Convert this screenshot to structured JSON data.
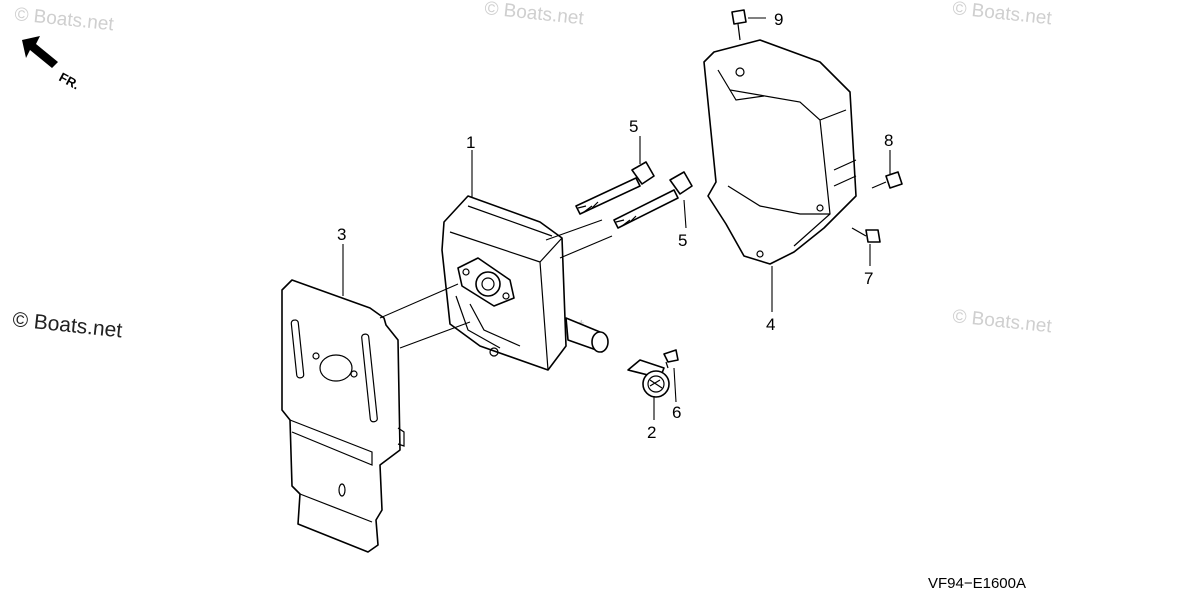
{
  "watermarks": {
    "copyright": "©",
    "site": "Boats.net"
  },
  "direction": {
    "label": "FR."
  },
  "callouts": {
    "c1": "1",
    "c2": "2",
    "c3": "3",
    "c4": "4",
    "c5a": "5",
    "c5b": "5",
    "c6": "6",
    "c7": "7",
    "c8": "8",
    "c9": "9"
  },
  "diagram_code": "VF94−E1600A"
}
